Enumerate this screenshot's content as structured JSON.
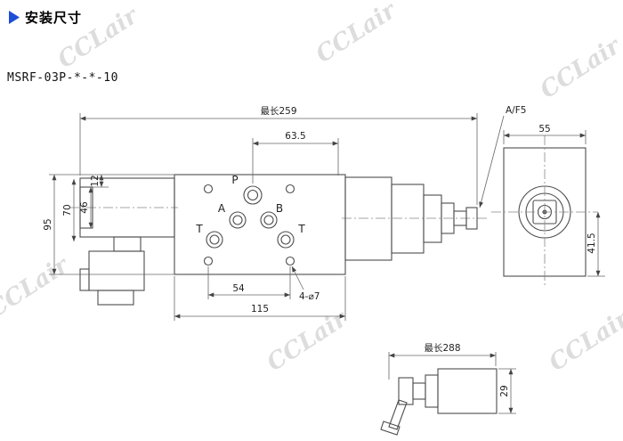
{
  "accent_color": "#1d4ed8",
  "header": {
    "title": "安装尺寸",
    "model": "MSRF-03P-*-*-10"
  },
  "watermark": {
    "text": "CCLair"
  },
  "main_view": {
    "ports": {
      "p": "P",
      "a": "A",
      "b": "B",
      "t_left": "T",
      "t_right": "T"
    },
    "dims": {
      "overall_length": "最长259",
      "top_offset": "63.5",
      "height_total": "95",
      "height_solenoid": "70",
      "height_cap": "46",
      "top_step": "12",
      "hole_spacing": "54",
      "mount_holes": "4-⌀7",
      "body_width": "115",
      "wrench_flats": "A/F5"
    }
  },
  "side_view": {
    "dims": {
      "width": "55",
      "center_to_bottom": "41.5"
    }
  },
  "detail_view": {
    "dims": {
      "overall_length": "最长288",
      "diameter": "29"
    }
  }
}
